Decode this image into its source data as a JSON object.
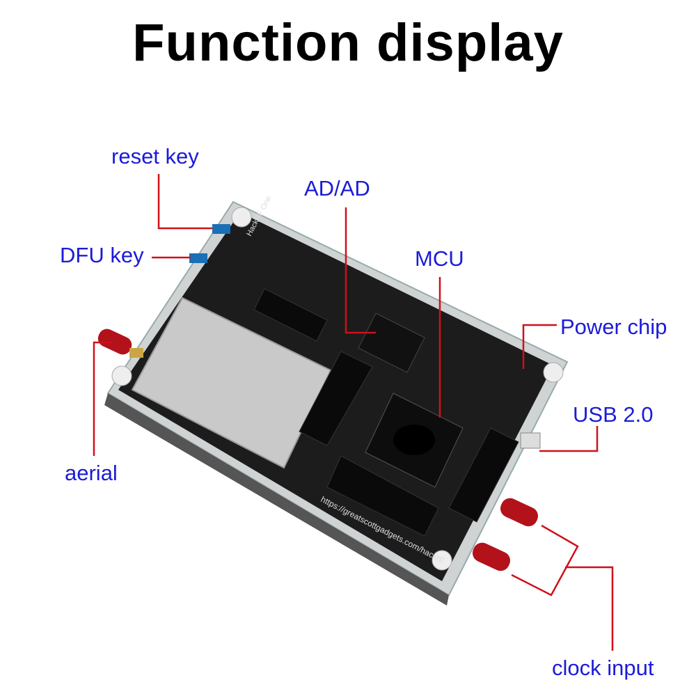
{
  "title": "Function display",
  "labels": {
    "reset_key": "reset key",
    "dfu_key": "DFU key",
    "ad_ad": "AD/AD",
    "mcu": "MCU",
    "power_chip": "Power chip",
    "usb": "USB 2.0",
    "aerial": "aerial",
    "clock_input": "clock input"
  },
  "board": {
    "brand": "HackRF One",
    "url": "https://greatscottgadgets.com/hackrf/"
  },
  "colors": {
    "label": "#1b1bd8",
    "leader": "#d0101a",
    "pcb": "#1c1c1c",
    "antenna": "#b3121b"
  }
}
